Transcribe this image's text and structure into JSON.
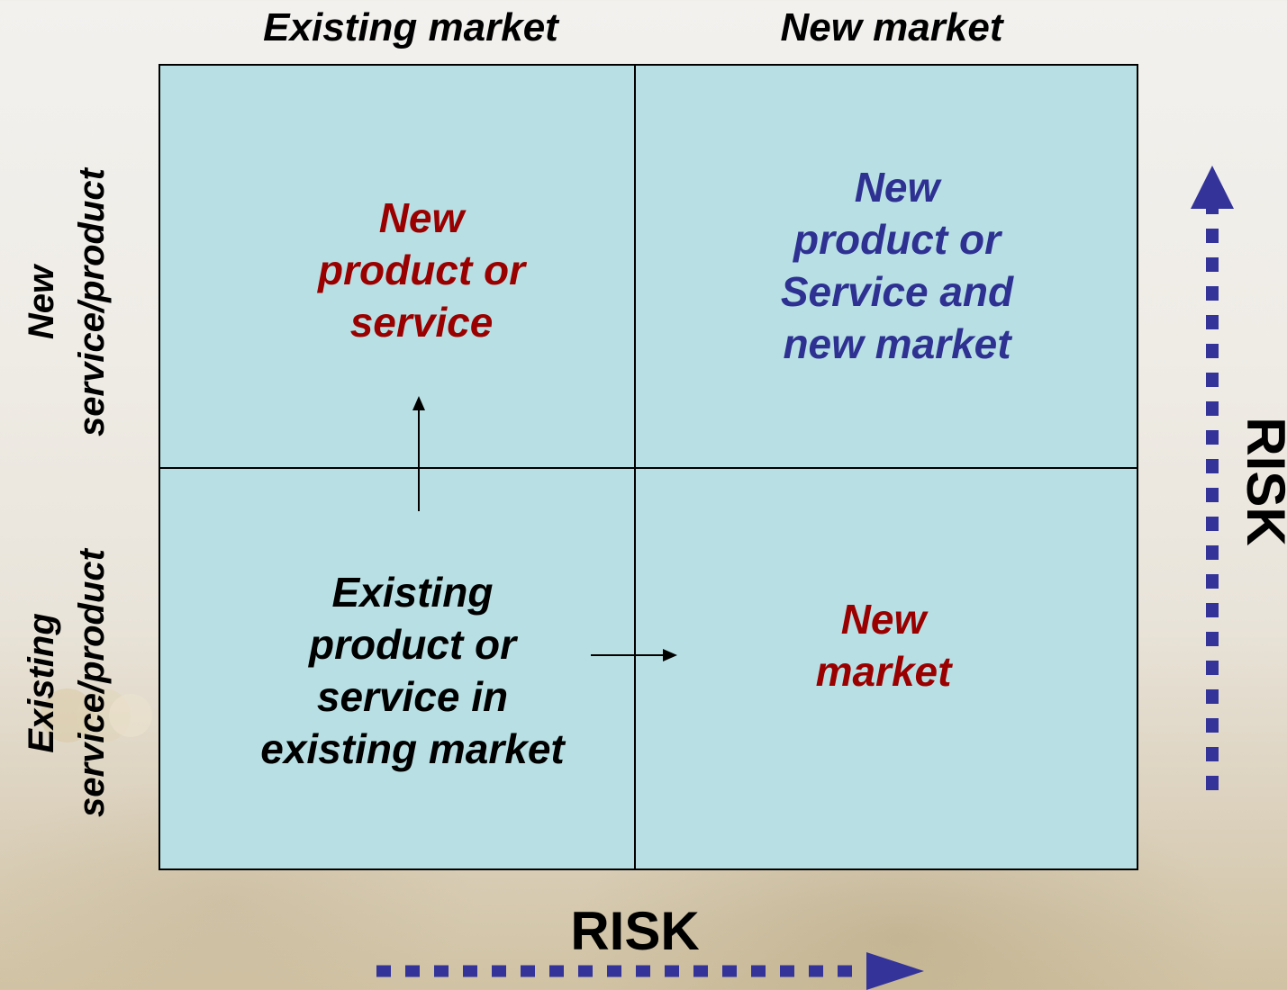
{
  "column_headers": {
    "existing_market": "Existing market",
    "new_market": "New market"
  },
  "row_headers": {
    "new_service_product": "New\nservice/product",
    "existing_service_product": "Existing\nservice/product"
  },
  "cells": {
    "top_left": "New\nproduct or\nservice",
    "top_right": "New\nproduct or\nService and\nnew market",
    "bottom_left": "Existing\nproduct or\nservice in\nexisting market",
    "bottom_right": "New\nmarket"
  },
  "risk_labels": {
    "bottom": "RISK",
    "right": "RISK"
  },
  "colors": {
    "cell_fill": "#b8e0e4",
    "dark_red_text": "#9b0000",
    "blue_text": "#2e3192",
    "black_text": "#000000",
    "risk_arrow": "#333399"
  }
}
